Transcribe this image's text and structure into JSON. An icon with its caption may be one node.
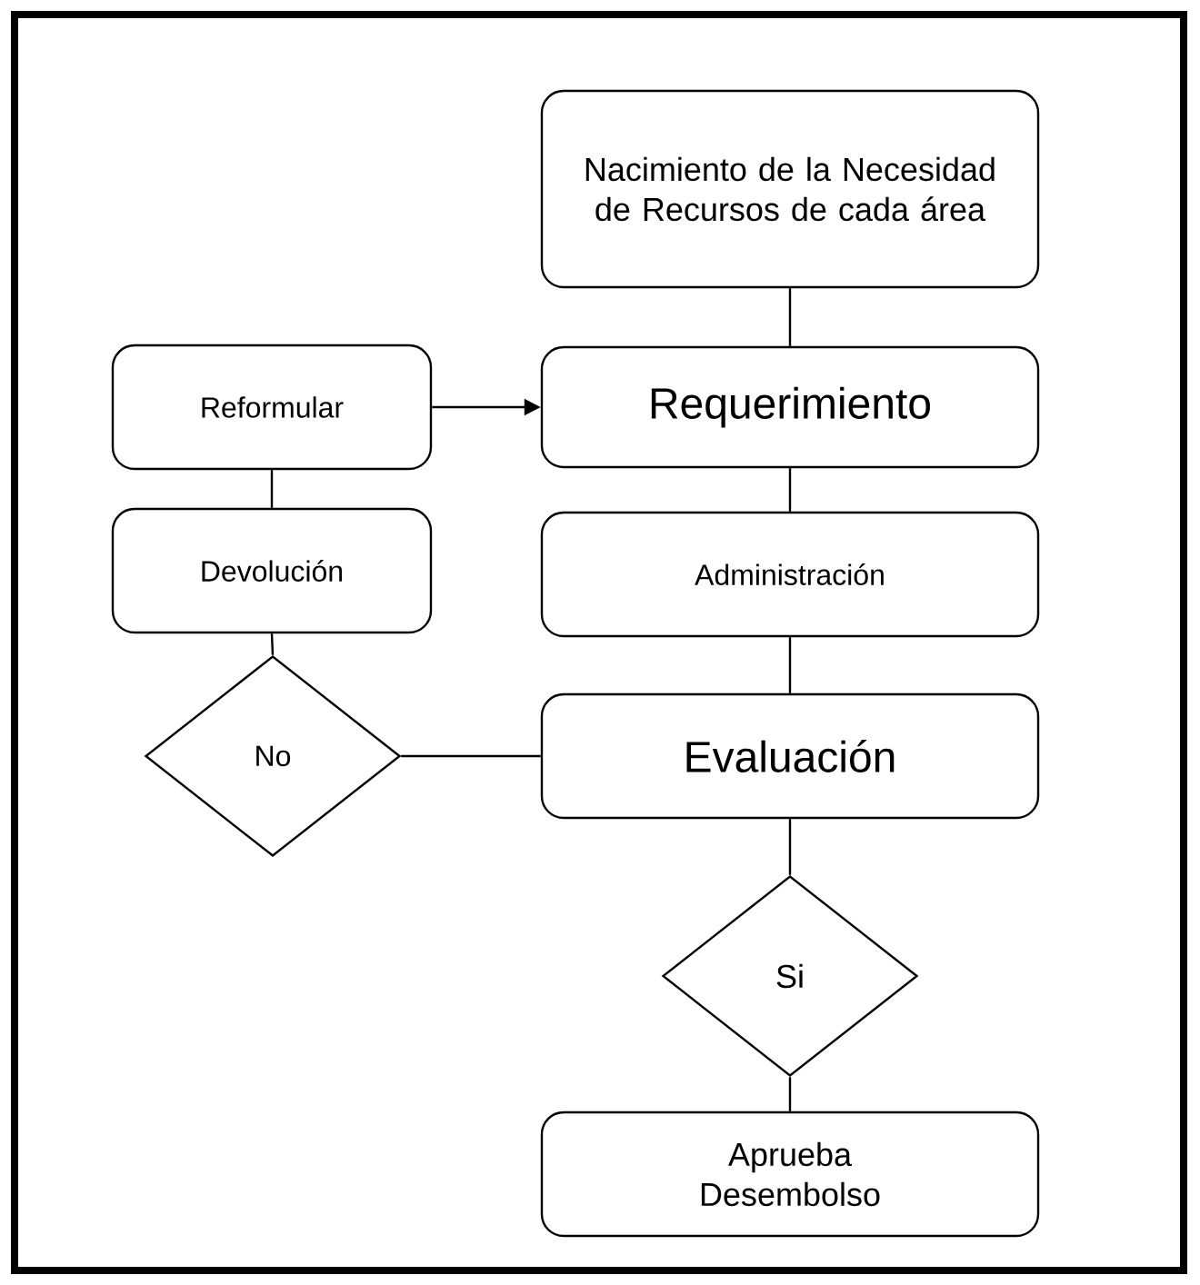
{
  "diagram": {
    "nodes": [
      {
        "text": [
          "Nacimiento de la Necesidad de Recursos de cada área"
        ]
      },
      {
        "text": [
          "Requerimiento"
        ]
      },
      {
        "text": [
          "Reformular"
        ]
      },
      {
        "text": [
          "Devolución"
        ]
      },
      {
        "text": [
          "Administración"
        ]
      },
      {
        "text": [
          "No"
        ]
      },
      {
        "text": [
          "Evaluación"
        ]
      },
      {
        "text": [
          "Si"
        ]
      },
      {
        "text": [
          "Aprueba Desembolso"
        ]
      }
    ],
    "edges": [
      {
        "from": 0,
        "to": 1,
        "arrow": "none"
      },
      {
        "from": 2,
        "to": 1,
        "arrow": "to"
      },
      {
        "from": 2,
        "to": 3,
        "arrow": "none"
      },
      {
        "from": 1,
        "to": 4,
        "arrow": "none"
      },
      {
        "from": 3,
        "to": 5,
        "arrow": "none"
      },
      {
        "from": 4,
        "to": 6,
        "arrow": "none"
      },
      {
        "from": 6,
        "to": 5,
        "arrow": "none"
      },
      {
        "from": 6,
        "to": 7,
        "arrow": "none"
      },
      {
        "from": 7,
        "to": 8,
        "arrow": "none"
      }
    ]
  }
}
